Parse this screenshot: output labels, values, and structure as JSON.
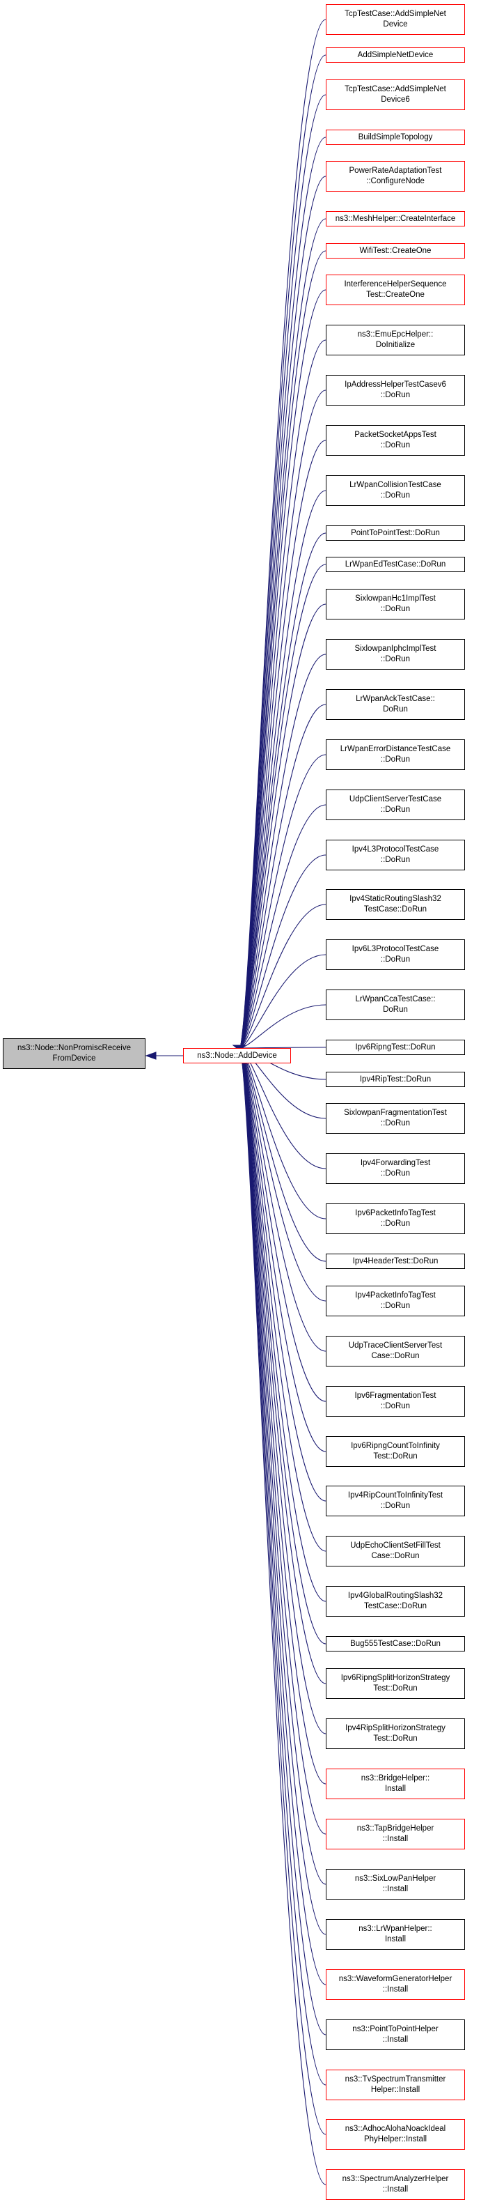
{
  "colors": {
    "edge": "#191970",
    "border_default": "#000000",
    "border_red": "#ff0000",
    "focus_fill": "#bfbfbf"
  },
  "focus_node": "ns3::Node::NonPromiscReceive\nFromDevice",
  "center_node": "ns3::Node::AddDevice",
  "callers": [
    {
      "label": "TcpTestCase::AddSimpleNet\nDevice",
      "border": "red"
    },
    {
      "label": "AddSimpleNetDevice",
      "border": "red"
    },
    {
      "label": "TcpTestCase::AddSimpleNet\nDevice6",
      "border": "red"
    },
    {
      "label": "BuildSimpleTopology",
      "border": "red"
    },
    {
      "label": "PowerRateAdaptationTest\n::ConfigureNode",
      "border": "red"
    },
    {
      "label": "ns3::MeshHelper::CreateInterface",
      "border": "red"
    },
    {
      "label": "WifiTest::CreateOne",
      "border": "red"
    },
    {
      "label": "InterferenceHelperSequence\nTest::CreateOne",
      "border": "red"
    },
    {
      "label": "ns3::EmuEpcHelper::\nDoInitialize",
      "border": "black"
    },
    {
      "label": "IpAddressHelperTestCasev6\n::DoRun",
      "border": "black"
    },
    {
      "label": "PacketSocketAppsTest\n::DoRun",
      "border": "black"
    },
    {
      "label": "LrWpanCollisionTestCase\n::DoRun",
      "border": "black"
    },
    {
      "label": "PointToPointTest::DoRun",
      "border": "black"
    },
    {
      "label": "LrWpanEdTestCase::DoRun",
      "border": "black"
    },
    {
      "label": "SixlowpanHc1ImplTest\n::DoRun",
      "border": "black"
    },
    {
      "label": "SixlowpanIphcImplTest\n::DoRun",
      "border": "black"
    },
    {
      "label": "LrWpanAckTestCase::\nDoRun",
      "border": "black"
    },
    {
      "label": "LrWpanErrorDistanceTestCase\n::DoRun",
      "border": "black"
    },
    {
      "label": "UdpClientServerTestCase\n::DoRun",
      "border": "black"
    },
    {
      "label": "Ipv4L3ProtocolTestCase\n::DoRun",
      "border": "black"
    },
    {
      "label": "Ipv4StaticRoutingSlash32\nTestCase::DoRun",
      "border": "black"
    },
    {
      "label": "Ipv6L3ProtocolTestCase\n::DoRun",
      "border": "black"
    },
    {
      "label": "LrWpanCcaTestCase::\nDoRun",
      "border": "black"
    },
    {
      "label": "Ipv6RipngTest::DoRun",
      "border": "black"
    },
    {
      "label": "Ipv4RipTest::DoRun",
      "border": "black"
    },
    {
      "label": "SixlowpanFragmentationTest\n::DoRun",
      "border": "black"
    },
    {
      "label": "Ipv4ForwardingTest\n::DoRun",
      "border": "black"
    },
    {
      "label": "Ipv6PacketInfoTagTest\n::DoRun",
      "border": "black"
    },
    {
      "label": "Ipv4HeaderTest::DoRun",
      "border": "black"
    },
    {
      "label": "Ipv4PacketInfoTagTest\n::DoRun",
      "border": "black"
    },
    {
      "label": "UdpTraceClientServerTest\nCase::DoRun",
      "border": "black"
    },
    {
      "label": "Ipv6FragmentationTest\n::DoRun",
      "border": "black"
    },
    {
      "label": "Ipv6RipngCountToInfinity\nTest::DoRun",
      "border": "black"
    },
    {
      "label": "Ipv4RipCountToInfinityTest\n::DoRun",
      "border": "black"
    },
    {
      "label": "UdpEchoClientSetFillTest\nCase::DoRun",
      "border": "black"
    },
    {
      "label": "Ipv4GlobalRoutingSlash32\nTestCase::DoRun",
      "border": "black"
    },
    {
      "label": "Bug555TestCase::DoRun",
      "border": "black"
    },
    {
      "label": "Ipv6RipngSplitHorizonStrategy\nTest::DoRun",
      "border": "black"
    },
    {
      "label": "Ipv4RipSplitHorizonStrategy\nTest::DoRun",
      "border": "black"
    },
    {
      "label": "ns3::BridgeHelper::\nInstall",
      "border": "red"
    },
    {
      "label": "ns3::TapBridgeHelper\n::Install",
      "border": "red"
    },
    {
      "label": "ns3::SixLowPanHelper\n::Install",
      "border": "black"
    },
    {
      "label": "ns3::LrWpanHelper::\nInstall",
      "border": "black"
    },
    {
      "label": "ns3::WaveformGeneratorHelper\n::Install",
      "border": "red"
    },
    {
      "label": "ns3::PointToPointHelper\n::Install",
      "border": "black"
    },
    {
      "label": "ns3::TvSpectrumTransmitter\nHelper::Install",
      "border": "red"
    },
    {
      "label": "ns3::AdhocAlohaNoackIdeal\nPhyHelper::Install",
      "border": "red"
    },
    {
      "label": "ns3::SpectrumAnalyzerHelper\n::Install",
      "border": "red"
    }
  ]
}
